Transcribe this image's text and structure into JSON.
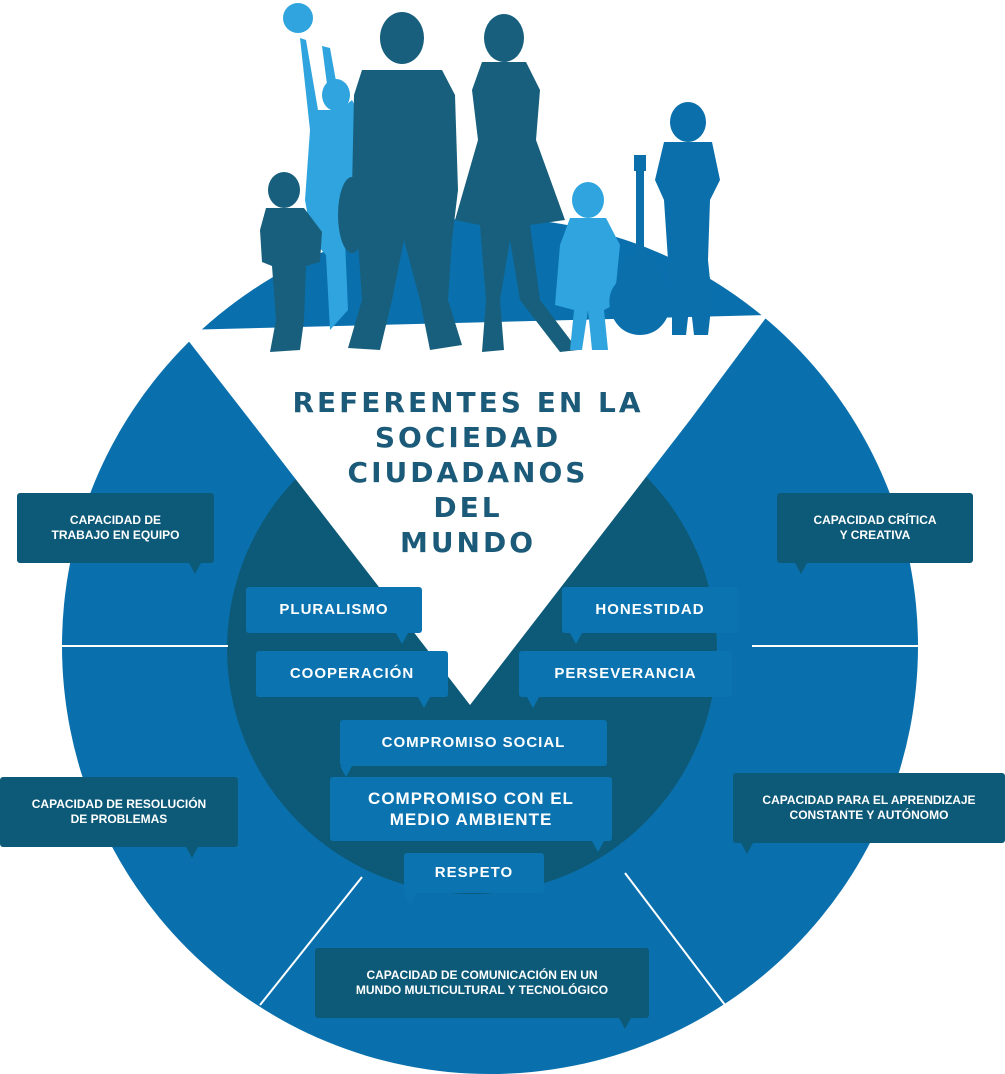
{
  "title_lines": [
    "REFERENTES EN LA",
    "SOCIEDAD",
    "CIUDADANOS",
    "DEL",
    "MUNDO"
  ],
  "colors": {
    "outer_ring": "#0a70ad",
    "inner_circle": "#0d5a78",
    "outer_bubble": "#0d5a78",
    "inner_bubble": "#0b74b0",
    "title": "#1b5a78",
    "figure_dark": "#175f7c",
    "figure_light": "#2fa4de",
    "figure_mid": "#0a6fab"
  },
  "outer_capacities": {
    "team": [
      "CAPACIDAD DE",
      "TRABAJO EN EQUIPO"
    ],
    "critical": [
      "CAPACIDAD CRÍTICA",
      "Y CREATIVA"
    ],
    "problems": [
      "CAPACIDAD DE RESOLUCIÓN",
      "DE PROBLEMAS"
    ],
    "learning": [
      "CAPACIDAD PARA EL APRENDIZAJE",
      "CONSTANTE Y AUTÓNOMO"
    ],
    "communication": [
      "CAPACIDAD DE COMUNICACIÓN EN UN",
      "MUNDO MULTICULTURAL Y TECNOLÓGICO"
    ]
  },
  "values": {
    "pluralismo": "PLURALISMO",
    "honestidad": "HONESTIDAD",
    "cooperacion": "COOPERACIÓN",
    "perseverancia": "PERSEVERANCIA",
    "compromiso_social": "COMPROMISO SOCIAL",
    "medio_ambiente": [
      "COMPROMISO CON EL",
      "MEDIO AMBIENTE"
    ],
    "respeto": "RESPETO"
  },
  "figures": [
    "basketball-player",
    "boy",
    "man-with-guitar",
    "woman",
    "girl",
    "guitar",
    "teen-boy"
  ]
}
